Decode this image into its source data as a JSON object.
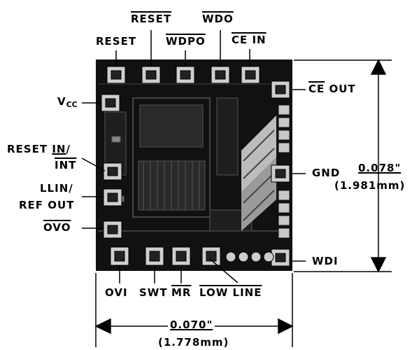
{
  "pins_top": [
    {
      "name": "RESET"
    },
    {
      "name": "RESET"
    },
    {
      "name": "WDPO"
    },
    {
      "name": "WDO"
    },
    {
      "name": "CE IN"
    }
  ],
  "pins_left": {
    "vcc_main": "V",
    "vcc_sub": "CC",
    "reset_in_1": "RESET ",
    "reset_in_2": "IN",
    "reset_in_3": "/",
    "reset_in_int": "INT",
    "llin_1": "LLIN/",
    "llin_2": "REF OUT",
    "ovo": "OVO"
  },
  "pins_right": {
    "ce_out_1": "CE",
    "ce_out_2": " OUT",
    "gnd": "GND",
    "wdi": "WDI"
  },
  "pins_bottom": {
    "ovi": "OVI",
    "swt": "SWT",
    "mr": "MR",
    "low_line": "LOW LINE"
  },
  "dimensions": {
    "height_in": "0.078\"",
    "height_mm": "(1.981mm)",
    "width_in": "0.070\"",
    "width_mm": "(1.778mm)"
  },
  "colors": {
    "die": "#111111",
    "pad": "#cfcfcf",
    "line": "#000000"
  }
}
